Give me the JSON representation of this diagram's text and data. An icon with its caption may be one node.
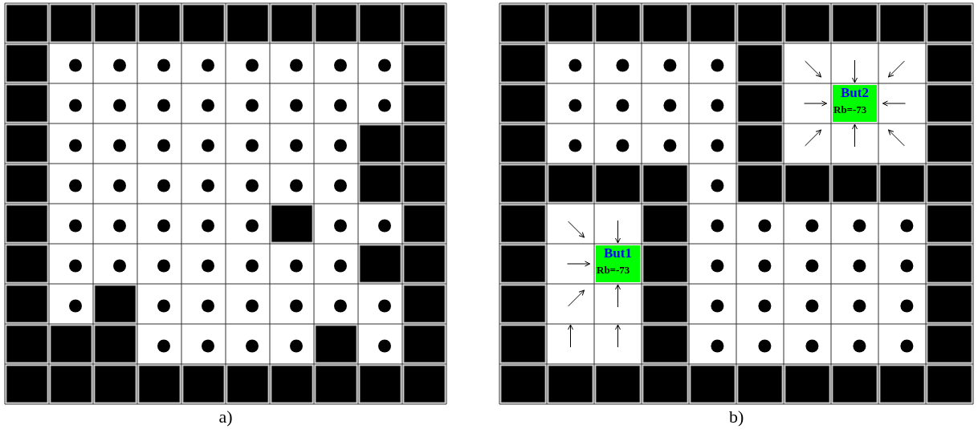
{
  "diagram": {
    "nodes": [
      {
        "text": [
          "But2",
          "Rb=-73"
        ]
      },
      {
        "text": [
          "But1",
          "Rb=-73"
        ]
      }
    ],
    "labels": [
      "a)",
      "b)"
    ]
  }
}
